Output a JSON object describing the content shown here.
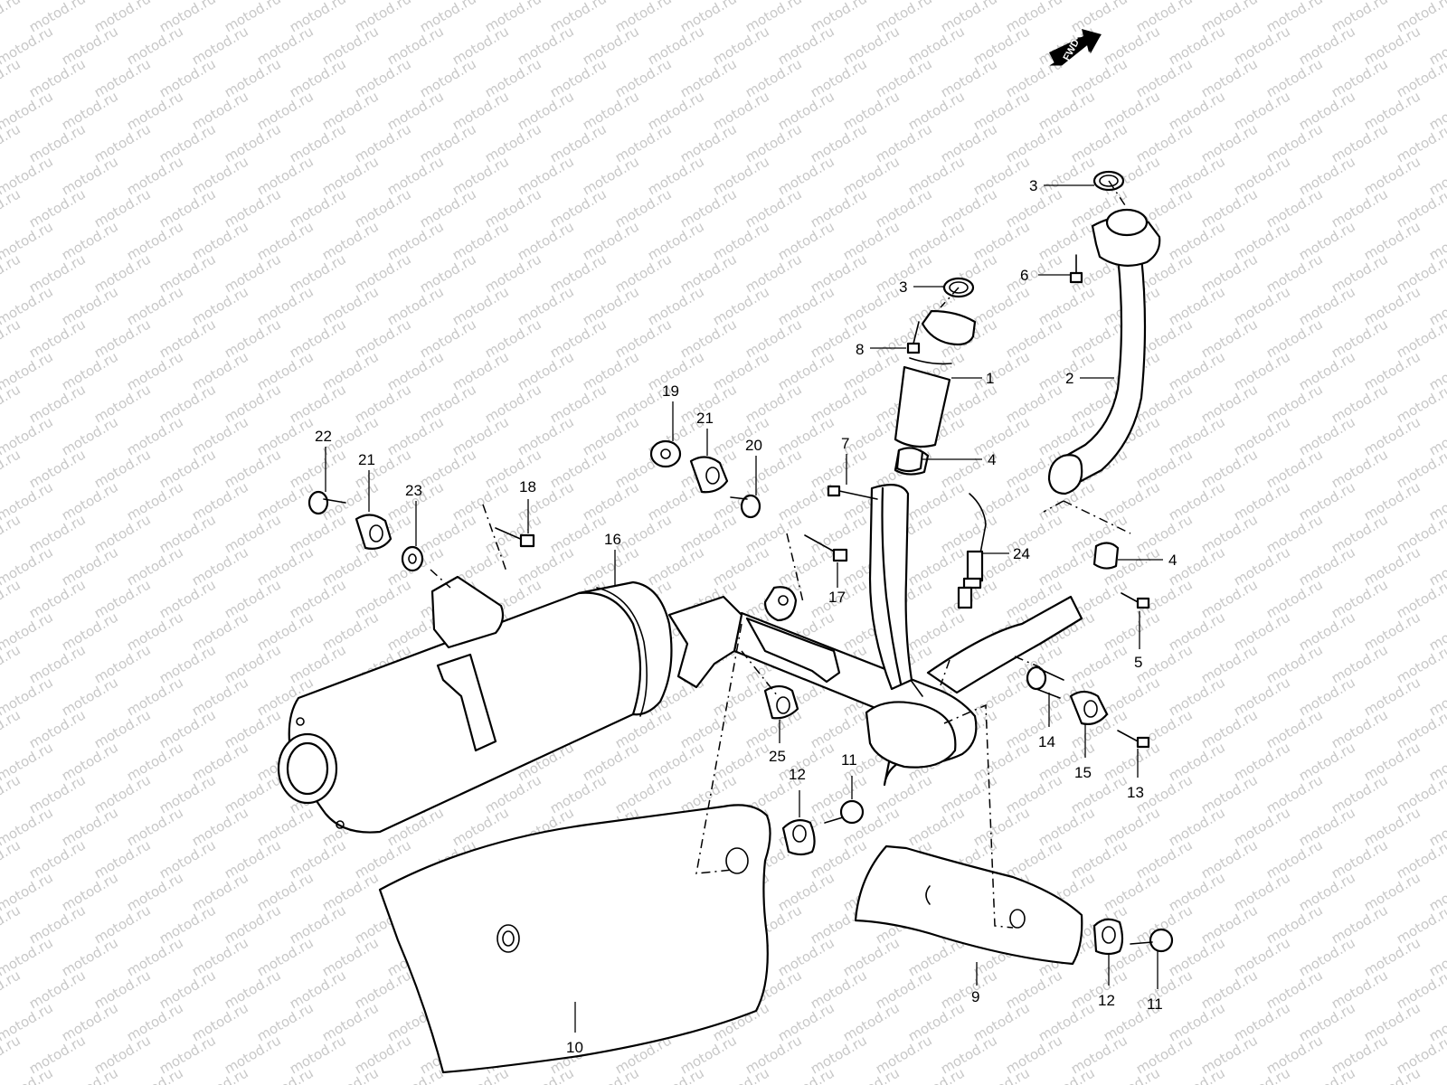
{
  "watermark": "motod.ru",
  "direction_badge": "FWD",
  "callouts": {
    "c1": "1",
    "c2": "2",
    "c3a": "3",
    "c3b": "3",
    "c4a": "4",
    "c4b": "4",
    "c5": "5",
    "c6": "6",
    "c7": "7",
    "c8": "8",
    "c9": "9",
    "c10": "10",
    "c11a": "11",
    "c11b": "11",
    "c12a": "12",
    "c12b": "12",
    "c13": "13",
    "c14": "14",
    "c15": "15",
    "c16": "16",
    "c17": "17",
    "c18": "18",
    "c19": "19",
    "c20": "20",
    "c21a": "21",
    "c21b": "21",
    "c22": "22",
    "c23": "23",
    "c24": "24",
    "c25": "25"
  },
  "colors": {
    "line": "#000000",
    "watermark": "#c8c8c8",
    "background": "#ffffff"
  }
}
